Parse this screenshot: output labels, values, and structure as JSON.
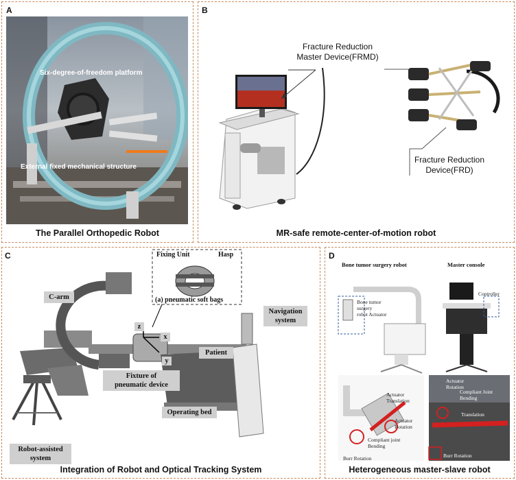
{
  "panels": {
    "a": {
      "letter": "A",
      "caption": "The Parallel Orthopedic Robot",
      "labels": {
        "platform": "Six-degree-of-freedom platform",
        "structure": "External fixed mechanical structure"
      }
    },
    "b": {
      "letter": "B",
      "caption": "MR-safe remote-center-of-motion robot",
      "labels": {
        "frmd_line1": "Fracture Reduction",
        "frmd_line2": "Master Device(FRMD)",
        "frd_line1": "Fracture Reduction",
        "frd_line2": "Device(FRD)"
      }
    },
    "c": {
      "letter": "C",
      "caption": "Integration of Robot and Optical Tracking System",
      "labels": {
        "c_arm": "C-arm",
        "fixing_unit": "Fixing Unit",
        "hasp": "Hasp",
        "soft_bags": "(a) pneumatic soft bags",
        "navigation_line1": "Navigation",
        "navigation_line2": "system",
        "patient": "Patient",
        "fixture_line1": "Fixture of",
        "fixture_line2": "pneumatic device",
        "operating_bed": "Operating bed",
        "robot_line1": "Robot-assisted",
        "robot_line2": "system",
        "axis_x": "x",
        "axis_y": "y",
        "axis_z": "z"
      }
    },
    "d": {
      "letter": "D",
      "caption": "Heterogeneous master-slave robot",
      "labels": {
        "bone_robot": "Bone tumor surgery robot",
        "master_console": "Master console",
        "controller": "Controller",
        "actuator_line1": "Bone tumor",
        "actuator_line2": "surgery",
        "actuator_line3": "robot Actuator",
        "act_translation_line1": "Actuator",
        "act_translation_line2": "Translation",
        "act_rotation_line1": "Actuator",
        "act_rotation_line2": "Rotation",
        "compliant_line1": "Compliant joint",
        "compliant_line2": "Bending",
        "burr_rotation": "Burr Rotation",
        "inset_actuator_line1": "Actuator",
        "inset_actuator_line2": "Rotation",
        "inset_compliant_line1": "Compliant Joint",
        "inset_compliant_line2": "Bending",
        "inset_translation": "Translation",
        "inset_burr": "Burr Rotation"
      }
    }
  },
  "colors": {
    "border": "#c8895a",
    "accent_red": "#d42020"
  }
}
